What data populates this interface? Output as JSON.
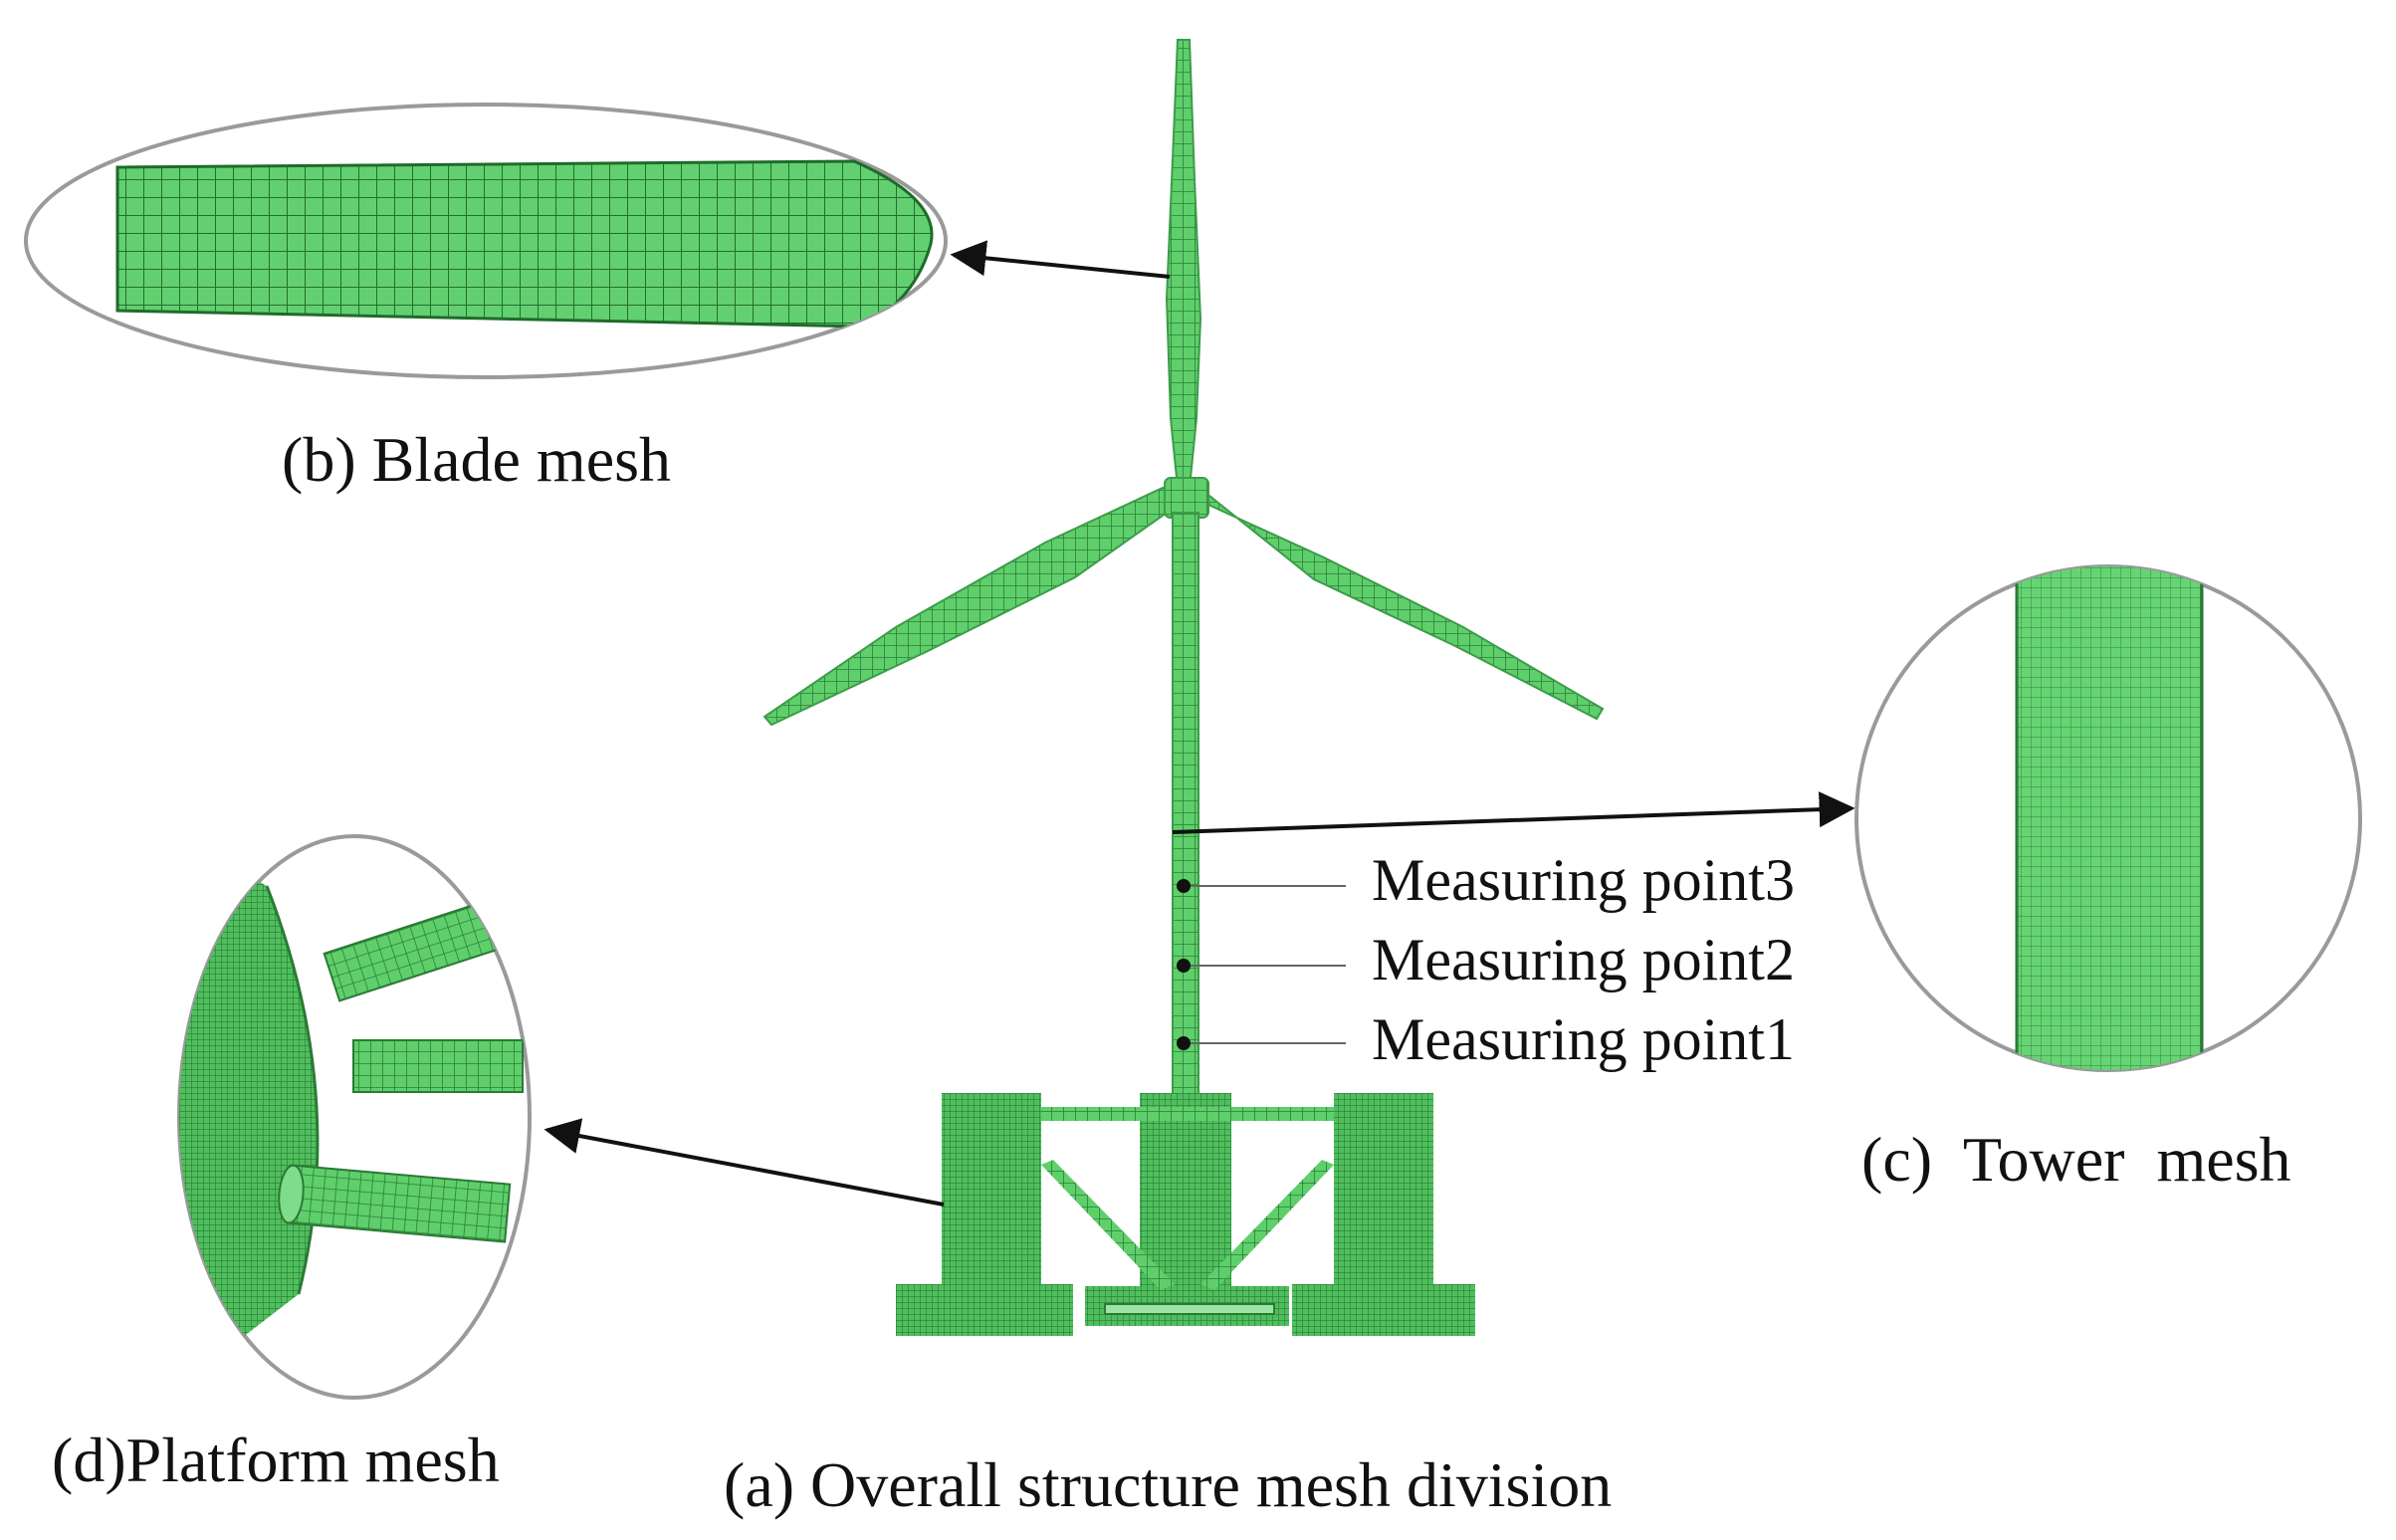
{
  "captions": {
    "blade": "(b) Blade mesh",
    "tower": "(c)  Tower  mesh",
    "platform": "(d)Platform mesh",
    "overall": "(a) Overall structure mesh division"
  },
  "measuring_points": [
    {
      "label": "Measuring point3"
    },
    {
      "label": "Measuring point2"
    },
    {
      "label": "Measuring point1"
    }
  ],
  "colors": {
    "mesh_fill": "#5fcf6c",
    "mesh_dark": "#2f8a3b",
    "mesh_line": "#1f6b2a",
    "outline": "#9a9a9a",
    "arrow": "#111111"
  }
}
